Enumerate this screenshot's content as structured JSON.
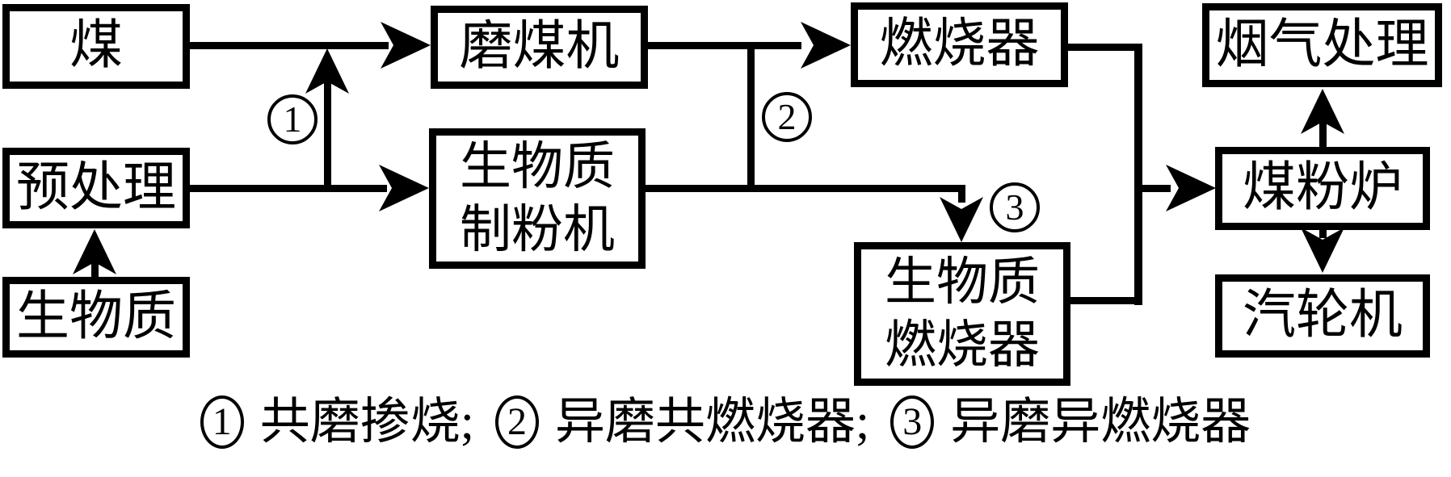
{
  "colors": {
    "ink": "#000000",
    "background": "#ffffff"
  },
  "nodes": {
    "coal": {
      "label": "煤"
    },
    "pretreatment": {
      "label": "预处理"
    },
    "biomass": {
      "label": "生物质"
    },
    "coal_mill": {
      "label": "磨煤机"
    },
    "biomass_pulverizer": {
      "line1": "生物质",
      "line2": "制粉机"
    },
    "burner": {
      "label": "燃烧器"
    },
    "biomass_burner": {
      "line1": "生物质",
      "line2": "燃烧器"
    },
    "flue_gas_treatment": {
      "label": "烟气处理"
    },
    "pulverized_coal_furnace": {
      "label": "煤粉炉"
    },
    "steam_turbine": {
      "label": "汽轮机"
    }
  },
  "path_labels": {
    "p1": "1",
    "p2": "2",
    "p3": "3"
  },
  "edges": [
    {
      "from": "coal",
      "to": "coal_mill"
    },
    {
      "from": "biomass",
      "to": "pretreatment"
    },
    {
      "from": "pretreatment",
      "to": "biomass_pulverizer"
    },
    {
      "from": "pretreatment",
      "to": "coal_mill",
      "label": "1"
    },
    {
      "from": "coal_mill",
      "to": "burner"
    },
    {
      "from": "biomass_pulverizer",
      "to": "burner",
      "label": "2"
    },
    {
      "from": "biomass_pulverizer",
      "to": "biomass_burner",
      "label": "3"
    },
    {
      "from": "burner",
      "to": "pulverized_coal_furnace"
    },
    {
      "from": "biomass_burner",
      "to": "pulverized_coal_furnace"
    },
    {
      "from": "pulverized_coal_furnace",
      "to": "flue_gas_treatment"
    },
    {
      "from": "pulverized_coal_furnace",
      "to": "steam_turbine"
    }
  ],
  "legend": {
    "items": [
      {
        "marker": "1",
        "text": "共磨掺烧;"
      },
      {
        "marker": "2",
        "text": "异磨共燃烧器;"
      },
      {
        "marker": "3",
        "text": "异磨异燃烧器"
      }
    ]
  }
}
